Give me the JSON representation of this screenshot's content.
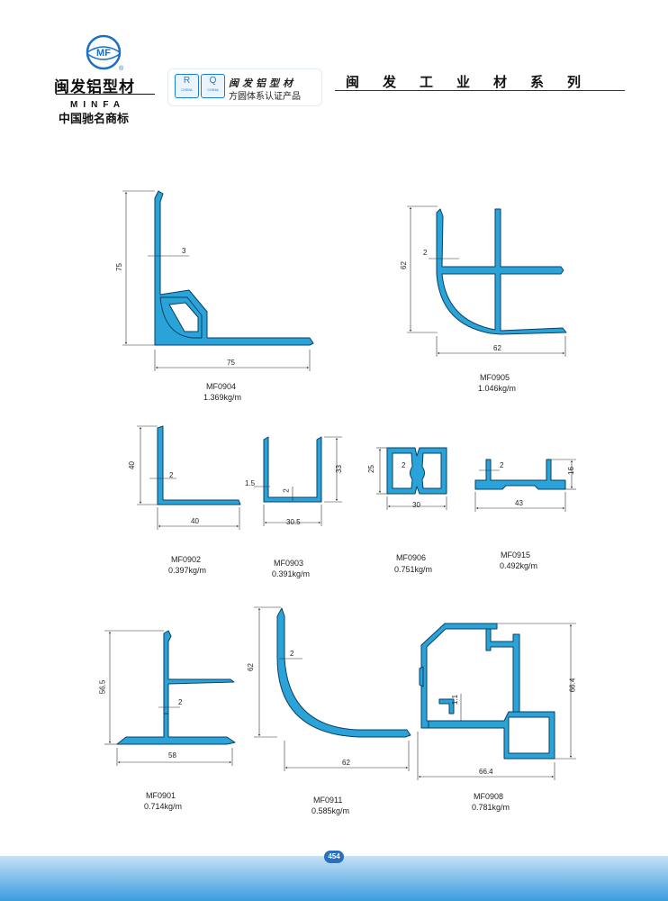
{
  "header": {
    "logo_badge": "MF",
    "brand_cn": "闽发铝型材",
    "brand_en": "MINFA",
    "brand_tagline": "中国驰名商标",
    "cert_icons": [
      {
        "letter": "R",
        "label": "CHINA"
      },
      {
        "letter": "Q",
        "label": "CHINA"
      }
    ],
    "cert_title": "闽发铝型材",
    "cert_subtitle": "方圆体系认证产品",
    "series_title": "闽发工业材系列"
  },
  "colors": {
    "profile_fill": "#2aa3d9",
    "profile_stroke": "#0b3f66",
    "footer_blue": "#3a9de0",
    "badge_blue": "#2a6fc0"
  },
  "profiles": [
    {
      "code": "MF0904",
      "weight": "1.369kg/m",
      "dims": [
        "75",
        "3",
        "75"
      ]
    },
    {
      "code": "MF0905",
      "weight": "1.046kg/m",
      "dims": [
        "62",
        "2",
        "62"
      ]
    },
    {
      "code": "MF0902",
      "weight": "0.397kg/m",
      "dims": [
        "40",
        "2",
        "40"
      ]
    },
    {
      "code": "MF0903",
      "weight": "0.391kg/m",
      "dims": [
        "1.5",
        "2",
        "33",
        "30.5"
      ]
    },
    {
      "code": "MF0906",
      "weight": "0.751kg/m",
      "dims": [
        "25",
        "2",
        "30"
      ]
    },
    {
      "code": "MF0915",
      "weight": "0.492kg/m",
      "dims": [
        "2",
        "16",
        "43"
      ]
    },
    {
      "code": "MF0901",
      "weight": "0.714kg/m",
      "dims": [
        "56.5",
        "2",
        "58"
      ]
    },
    {
      "code": "MF0911",
      "weight": "0.585kg/m",
      "dims": [
        "62",
        "2",
        "62"
      ]
    },
    {
      "code": "MF0908",
      "weight": "0.781kg/m",
      "dims": [
        "1.1",
        "66.4",
        "66.4"
      ]
    }
  ],
  "footer": {
    "page_number": "454"
  }
}
